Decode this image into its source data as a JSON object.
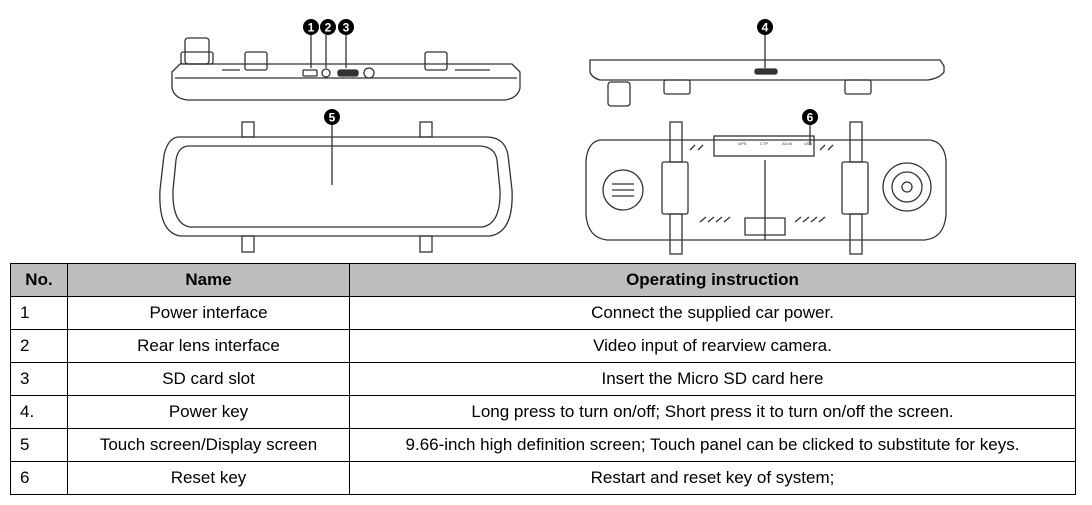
{
  "callouts": [
    "1",
    "2",
    "3",
    "4",
    "5",
    "6"
  ],
  "back_view_labels": [
    "GPS",
    "CTP",
    "AV-IN",
    "USB"
  ],
  "table": {
    "headers": [
      "No.",
      "Name",
      "Operating instruction"
    ],
    "rows": [
      {
        "no": "1",
        "name": "Power interface",
        "instruction": "Connect the supplied car power."
      },
      {
        "no": "2",
        "name": "Rear lens interface",
        "instruction": "Video input of rearview camera."
      },
      {
        "no": "3",
        "name": "SD card slot",
        "instruction": "Insert the Micro SD card here"
      },
      {
        "no": "4.",
        "name": "Power key",
        "instruction": "Long press to turn on/off; Short press it to turn on/off the screen."
      },
      {
        "no": "5",
        "name": "Touch screen/Display screen",
        "instruction": "9.66-inch high definition screen; Touch panel can be clicked to substitute for keys."
      },
      {
        "no": "6",
        "name": "Reset key",
        "instruction": "Restart and reset key of system;"
      }
    ]
  }
}
